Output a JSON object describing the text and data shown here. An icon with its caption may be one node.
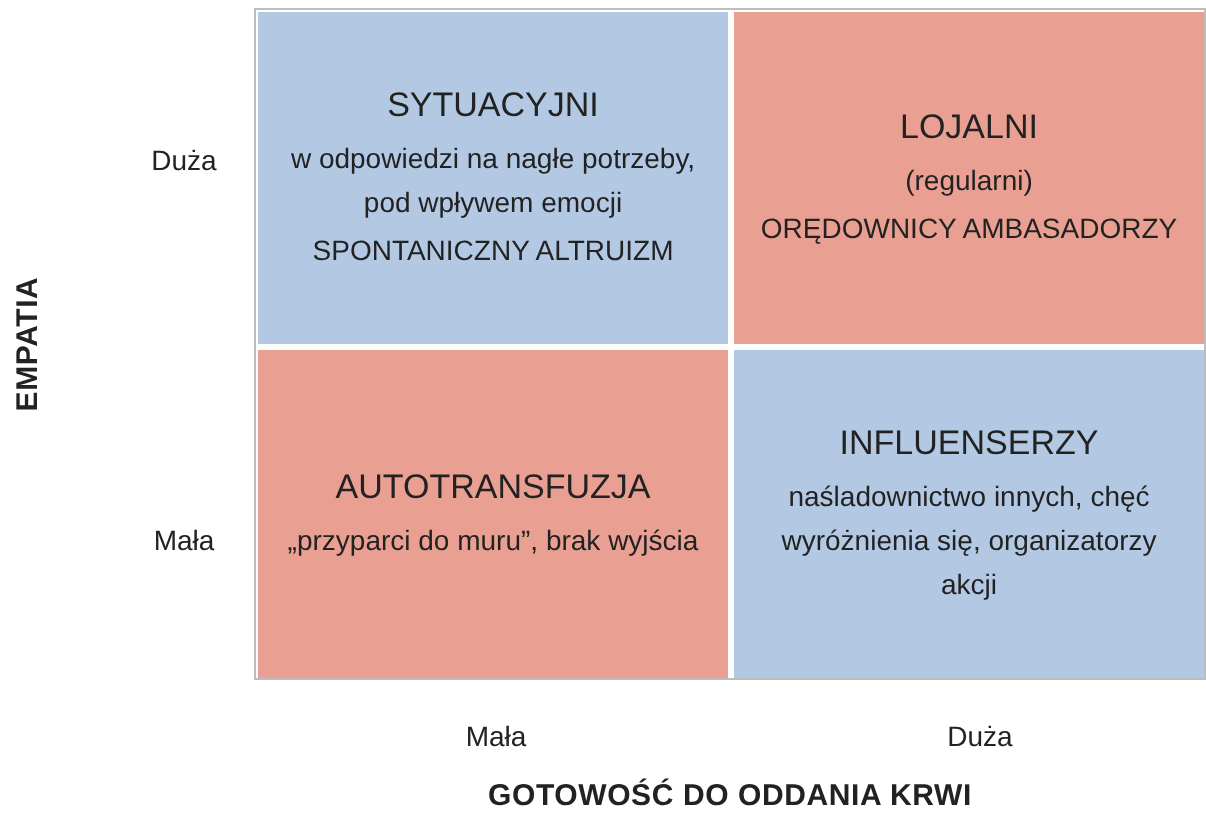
{
  "diagram": {
    "nodes": [
      {
        "text": [
          "SYTUACYJNI",
          "w odpowiedzi na nagłe potrzeby, pod wpływem emocji",
          "SPONTANICZNY ALTRUIZM"
        ]
      },
      {
        "text": [
          "LOJALNI",
          "(regularni)",
          "ORĘDOWNICY AMBASADORZY"
        ]
      },
      {
        "text": [
          "AUTOTRANSFUZJA",
          "„przyparci do muru”, brak wyjścia"
        ]
      },
      {
        "text": [
          "INFLUENSERZY",
          "naśladownictwo innych, chęć wyróżnienia się, organizatorzy akcji"
        ]
      }
    ],
    "labels": [
      "Duża",
      "Mała",
      "EMPATIA",
      "Mała",
      "Duża",
      "GOTOWOŚĆ DO ODDANIA KRWI"
    ]
  }
}
